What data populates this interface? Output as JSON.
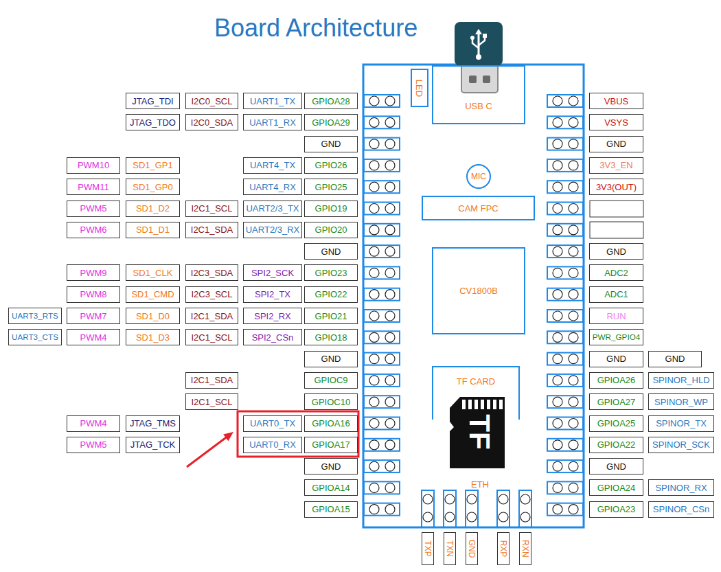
{
  "diagram": {
    "title": "Board Architecture",
    "nodes": [
      {
        "text": [
          "JTAG_TDI"
        ]
      },
      {
        "text": [
          "I2C0_SCL"
        ]
      },
      {
        "text": [
          "UART1_TX"
        ]
      },
      {
        "text": [
          "GPIOA28"
        ]
      },
      {
        "text": [
          "JTAG_TDO"
        ]
      },
      {
        "text": [
          "I2C0_SDA"
        ]
      },
      {
        "text": [
          "UART1_RX"
        ]
      },
      {
        "text": [
          "GPIOA29"
        ]
      },
      {
        "text": [
          "GND"
        ]
      },
      {
        "text": [
          "PWM10"
        ]
      },
      {
        "text": [
          "SD1_GP1"
        ]
      },
      {
        "text": [
          "UART4_TX"
        ]
      },
      {
        "text": [
          "GPIO26"
        ]
      },
      {
        "text": [
          "PWM11"
        ]
      },
      {
        "text": [
          "SD1_GP0"
        ]
      },
      {
        "text": [
          "UART4_RX"
        ]
      },
      {
        "text": [
          "GPIO25"
        ]
      },
      {
        "text": [
          "PWM5"
        ]
      },
      {
        "text": [
          "SD1_D2"
        ]
      },
      {
        "text": [
          "I2C1_SCL"
        ]
      },
      {
        "text": [
          "UART2/3_TX"
        ]
      },
      {
        "text": [
          "GPIO19"
        ]
      },
      {
        "text": [
          "PWM6"
        ]
      },
      {
        "text": [
          "SD1_D1"
        ]
      },
      {
        "text": [
          "I2C1_SDA"
        ]
      },
      {
        "text": [
          "UART2/3_RX"
        ]
      },
      {
        "text": [
          "GPIO20"
        ]
      },
      {
        "text": [
          "GND"
        ]
      },
      {
        "text": [
          "PWM9"
        ]
      },
      {
        "text": [
          "SD1_CLK"
        ]
      },
      {
        "text": [
          "I2C3_SDA"
        ]
      },
      {
        "text": [
          "SPI2_SCK"
        ]
      },
      {
        "text": [
          "GPIO23"
        ]
      },
      {
        "text": [
          "PWM8"
        ]
      },
      {
        "text": [
          "SD1_CMD"
        ]
      },
      {
        "text": [
          "I2C3_SCL"
        ]
      },
      {
        "text": [
          "SPI2_TX"
        ]
      },
      {
        "text": [
          "GPIO22"
        ]
      },
      {
        "text": [
          "UART3_RTS"
        ]
      },
      {
        "text": [
          "PWM7"
        ]
      },
      {
        "text": [
          "SD1_D0"
        ]
      },
      {
        "text": [
          "I2C1_SDA"
        ]
      },
      {
        "text": [
          "SPI2_RX"
        ]
      },
      {
        "text": [
          "GPIO21"
        ]
      },
      {
        "text": [
          "UART3_CTS"
        ]
      },
      {
        "text": [
          "PWM4"
        ]
      },
      {
        "text": [
          "SD1_D3"
        ]
      },
      {
        "text": [
          "I2C1_SCL"
        ]
      },
      {
        "text": [
          "SPI2_CSn"
        ]
      },
      {
        "text": [
          "GPIO18"
        ]
      },
      {
        "text": [
          "GND"
        ]
      },
      {
        "text": [
          "I2C1_SDA"
        ]
      },
      {
        "text": [
          "GPIOC9"
        ]
      },
      {
        "text": [
          "I2C1_SCL"
        ]
      },
      {
        "text": [
          "GPIOC10"
        ]
      },
      {
        "text": [
          "PWM4"
        ]
      },
      {
        "text": [
          "JTAG_TMS"
        ]
      },
      {
        "text": [
          "UART0_TX"
        ]
      },
      {
        "text": [
          "GPIOA16"
        ]
      },
      {
        "text": [
          "PWM5"
        ]
      },
      {
        "text": [
          "JTAG_TCK"
        ]
      },
      {
        "text": [
          "UART0_RX"
        ]
      },
      {
        "text": [
          "GPIOA17"
        ]
      },
      {
        "text": [
          "GND"
        ]
      },
      {
        "text": [
          "GPIOA14"
        ]
      },
      {
        "text": [
          "GPIOA15"
        ]
      },
      {
        "text": [
          "LED"
        ]
      },
      {
        "text": [
          "USB C"
        ]
      },
      {
        "text": [
          "MIC"
        ]
      },
      {
        "text": [
          "CAM FPC"
        ]
      },
      {
        "text": [
          "CV1800B"
        ]
      },
      {
        "text": [
          "TF CARD"
        ]
      },
      {
        "text": [
          "TXP"
        ]
      },
      {
        "text": [
          "TXN"
        ]
      },
      {
        "text": [
          "GND"
        ]
      },
      {
        "text": [
          "RXP"
        ]
      },
      {
        "text": [
          "RXN"
        ]
      },
      {
        "text": [
          "VBUS"
        ]
      },
      {
        "text": [
          "VSYS"
        ]
      },
      {
        "text": [
          "GND"
        ]
      },
      {
        "text": [
          "3V3_EN"
        ]
      },
      {
        "text": [
          "3V3(OUT)"
        ]
      },
      {
        "text": [
          "GND"
        ]
      },
      {
        "text": [
          "ADC2"
        ]
      },
      {
        "text": [
          "ADC1"
        ]
      },
      {
        "text": [
          "RUN"
        ]
      },
      {
        "text": [
          "PWR_GPIO4"
        ]
      },
      {
        "text": [
          "GND"
        ]
      },
      {
        "text": [
          "GND"
        ]
      },
      {
        "text": [
          "GPIOA26"
        ]
      },
      {
        "text": [
          "SPINOR_HLD"
        ]
      },
      {
        "text": [
          "GPIOA27"
        ]
      },
      {
        "text": [
          "SPINOR_WP"
        ]
      },
      {
        "text": [
          "GPIOA25"
        ]
      },
      {
        "text": [
          "SPINOR_TX"
        ]
      },
      {
        "text": [
          "GPIOA22"
        ]
      },
      {
        "text": [
          "SPINOR_SCK"
        ]
      },
      {
        "text": [
          "GND"
        ]
      },
      {
        "text": [
          "GPIOA24"
        ]
      },
      {
        "text": [
          "SPINOR_RX"
        ]
      },
      {
        "text": [
          "GPIOA23"
        ]
      },
      {
        "text": [
          "SPINOR_CSn"
        ]
      }
    ],
    "labels": [
      "ETH",
      "TF"
    ]
  }
}
